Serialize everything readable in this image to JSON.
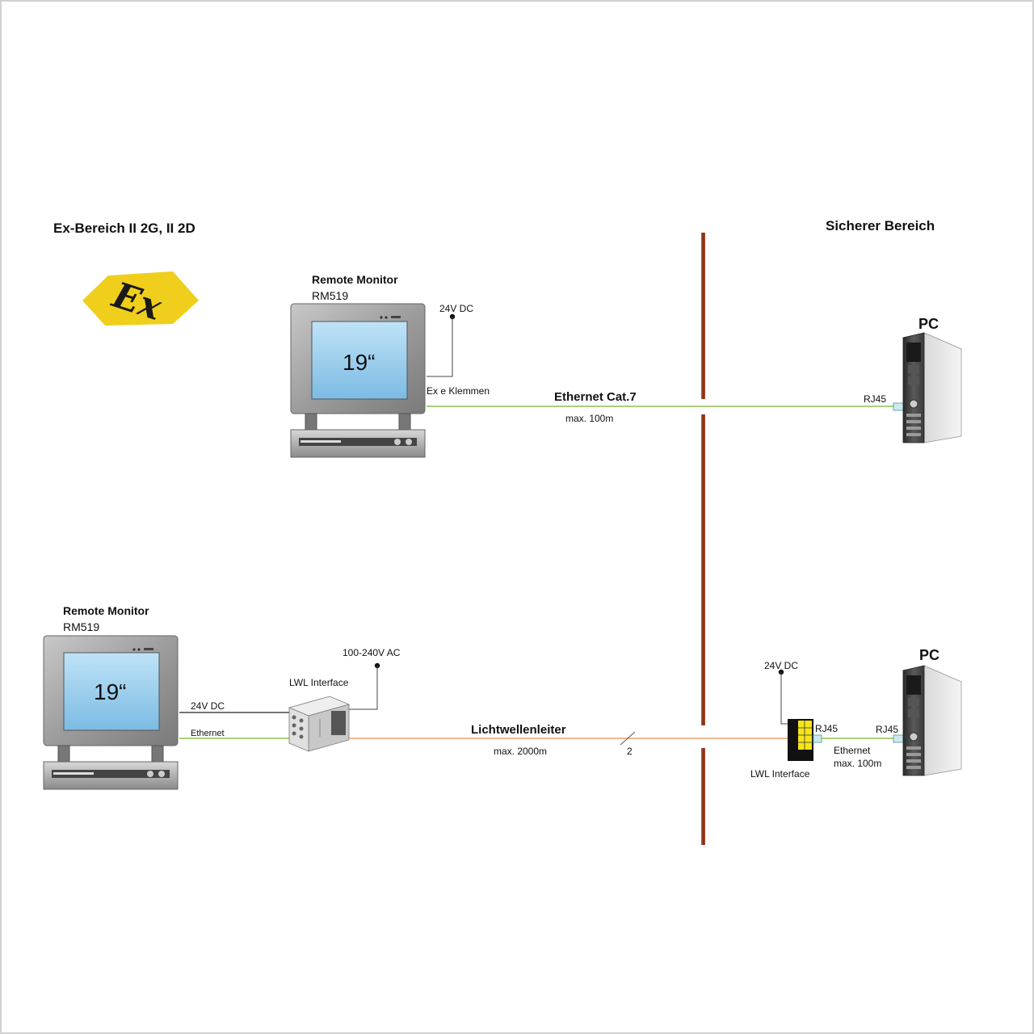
{
  "zones": {
    "ex_area": "Ex-Bereich  II 2G, II 2D",
    "safe_area": "Sicherer Bereich"
  },
  "logo": {
    "text": "Ex",
    "color": "#f2d21a"
  },
  "top": {
    "monitor": {
      "title": "Remote Monitor",
      "model": "RM519",
      "screen": "19“"
    },
    "power_label": "24V DC",
    "terminal_label": "Ex e Klemmen",
    "link_label": "Ethernet  Cat.7",
    "link_distance": "max. 100m",
    "pc": {
      "title": "PC",
      "port": "RJ45"
    }
  },
  "bottom": {
    "monitor": {
      "title": "Remote Monitor",
      "model": "RM519",
      "screen": "19“"
    },
    "monitor_power_label": "24V DC",
    "monitor_ethernet_label": "Ethernet",
    "lwl_left": {
      "label": "LWL Interface",
      "power": "100-240V AC"
    },
    "fiber_label": "Lichtwellenleiter",
    "fiber_distance": "max. 2000m",
    "fiber_count": "2",
    "lwl_right": {
      "label": "LWL Interface",
      "power": "24V DC",
      "port": "RJ45"
    },
    "ethernet_label": "Ethernet",
    "ethernet_distance": "max. 100m",
    "pc": {
      "title": "PC",
      "port": "RJ45"
    }
  },
  "colors": {
    "barrier": "#9a3a22",
    "ethernet": "#8bc34a",
    "fiber": "#e8a070",
    "screen": "#9fd0ec",
    "bezel": "#9a9a9a"
  }
}
